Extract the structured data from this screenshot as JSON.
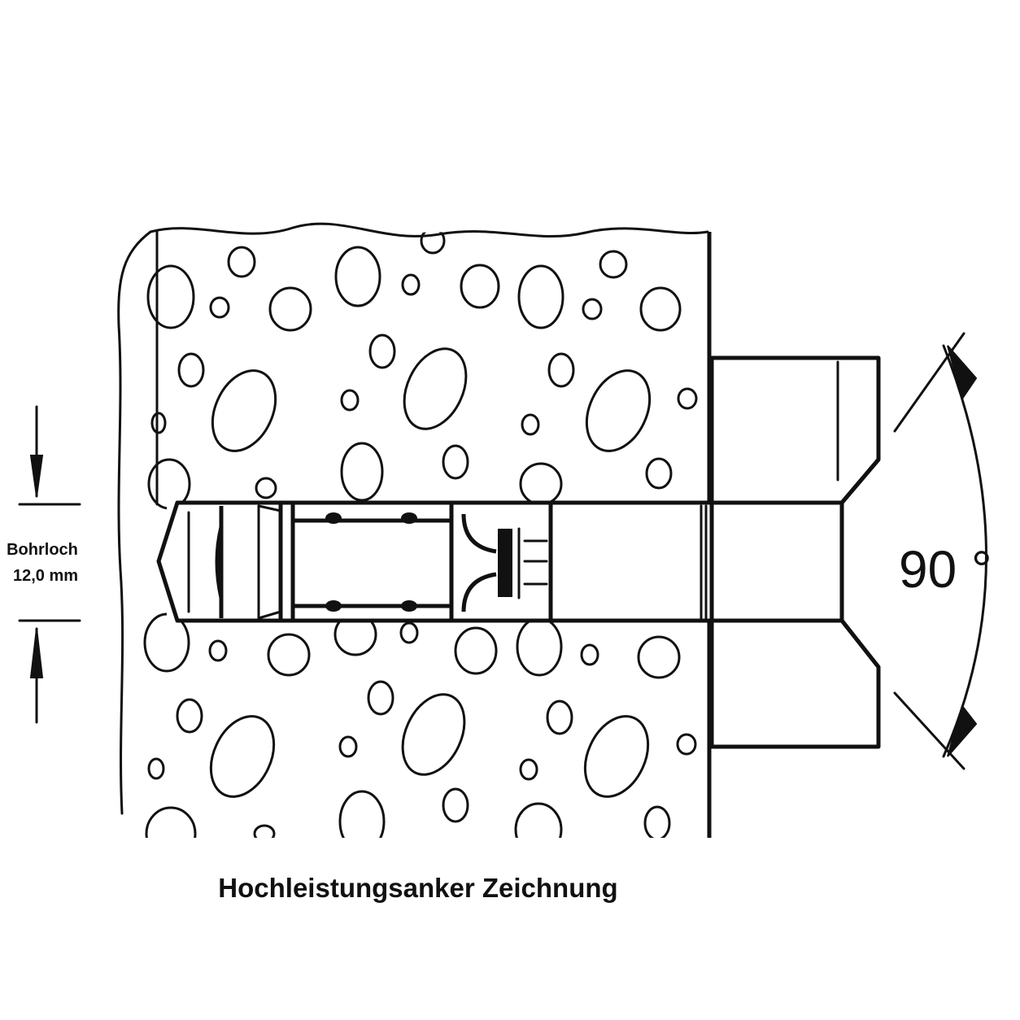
{
  "drill_label_line1": "Bohrloch",
  "drill_label_line2": "12,0 mm",
  "angle_label": "90 °",
  "caption": "Hochleistungsanker Zeichnung"
}
